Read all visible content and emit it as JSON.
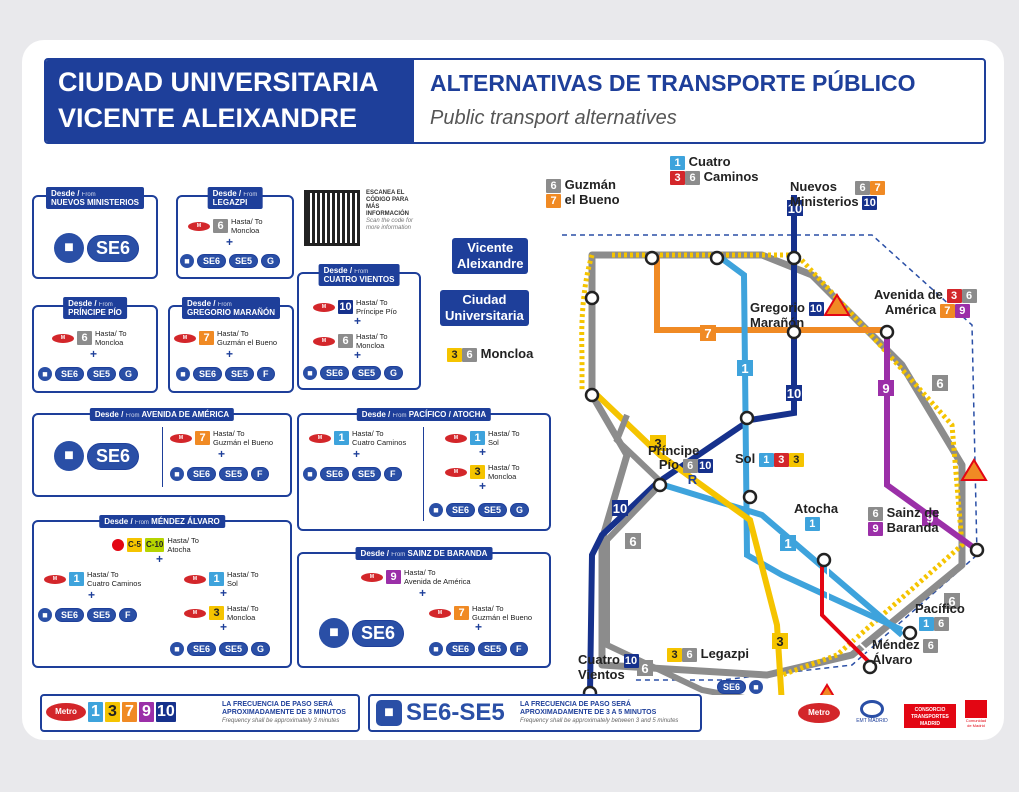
{
  "header": {
    "station_line1": "CIUDAD UNIVERSITARIA",
    "station_line2": "VICENTE ALEIXANDRE",
    "title": "ALTERNATIVAS DE TRANSPORTE PÚBLICO",
    "subtitle": "Public transport alternatives"
  },
  "desde": "Desde",
  "from": "From",
  "hasta": "Hasta",
  "to": "To",
  "qr": {
    "text": "ESCANEA EL CÓDIGO PARA MÁS INFORMACIÓN",
    "sub": "Scan the code for more information"
  },
  "routes": {
    "nuevos": "NUEVOS MINISTERIOS",
    "legazpi": "LEGAZPI",
    "cuatro_vientos": "CUATRO VIENTOS",
    "principe_pio": "PRÍNCIPE PÍO",
    "gregorio": "GREGORIO MARAÑÓN",
    "avenida": "AVENIDA DE AMÉRICA",
    "pacifico": "PACÍFICO / ATOCHA",
    "mendez": "MÉNDEZ ÁLVARO",
    "sainz": "SAINZ DE BARANDA"
  },
  "dest": {
    "moncloa": "Moncloa",
    "principe_pio": "Príncipe Pío",
    "guzman": "Guzmán el Bueno",
    "cuatro_caminos": "Cuatro Caminos",
    "sol": "Sol",
    "atocha": "Atocha",
    "avenida": "Avenida de América"
  },
  "bus": {
    "se6": "SE6",
    "se5": "SE5",
    "g": "G",
    "f": "F",
    "combo": "SE6-SE5"
  },
  "lines": {
    "l1": "1",
    "l3": "3",
    "l6": "6",
    "l7": "7",
    "l9": "9",
    "l10": "10",
    "c5": "C-5",
    "c10": "C-10"
  },
  "stations": {
    "cuatro": "Cuatro",
    "caminos": "Caminos",
    "guzman1": "Guzmán",
    "guzman2": "el Bueno",
    "nuevos1": "Nuevos",
    "nuevos2": "Ministerios",
    "vicente1": "Vicente",
    "vicente2": "Aleixandre",
    "ciudad1": "Ciudad",
    "ciudad2": "Universitaria",
    "avenida1": "Avenida de",
    "avenida2": "América",
    "gregorio1": "Gregorio",
    "gregorio2": "Marañón",
    "moncloa": "Moncloa",
    "principe1": "Príncipe",
    "principe2": "Pío",
    "sol": "Sol",
    "atocha": "Atocha",
    "sainz1": "Sainz de",
    "sainz2": "Baranda",
    "pacifico": "Pacífico",
    "mendez1": "Méndez",
    "mendez2": "Álvaro",
    "legazpi": "Legazpi",
    "cuatrov1": "Cuatro",
    "cuatrov2": "Vientos",
    "r": "R"
  },
  "footer": {
    "metro_note": "LA FRECUENCIA DE PASO SERÁ APROXIMADAMENTE DE 3 MINUTOS",
    "metro_sub": "Frequency shall be approximately 3 minutes",
    "bus_note": "LA FRECUENCIA DE PASO SERÁ APROXIMADAMENTE DE 3 A 5 MINUTOS",
    "bus_sub": "Frequency shall be approximately between 3 and 5 minutes",
    "metro_logo": "Metro",
    "emt": "EMT MADRID",
    "consorcio": "CONSORCIO TRANSPORTES MADRID",
    "comunidad": "Comunidad de Madrid"
  },
  "colors": {
    "navy": "#1e3f9a",
    "l1": "#3ea3dc",
    "l3": "#f5c400",
    "l6": "#8c8c8c",
    "l7": "#f08a24",
    "l9": "#9b2fa8",
    "l10": "#16318c",
    "cercanias": "#e30613"
  }
}
